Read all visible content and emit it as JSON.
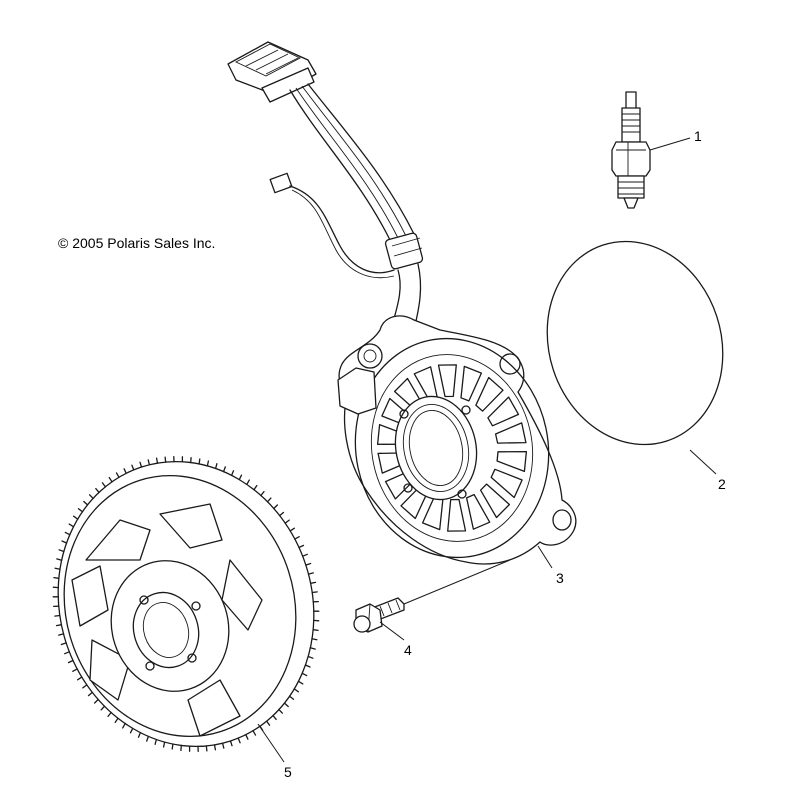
{
  "copyright": "© 2005 Polaris Sales Inc.",
  "callouts": {
    "spark_plug": "1",
    "gasket": "2",
    "stator": "3",
    "bolt": "4",
    "flywheel": "5"
  }
}
